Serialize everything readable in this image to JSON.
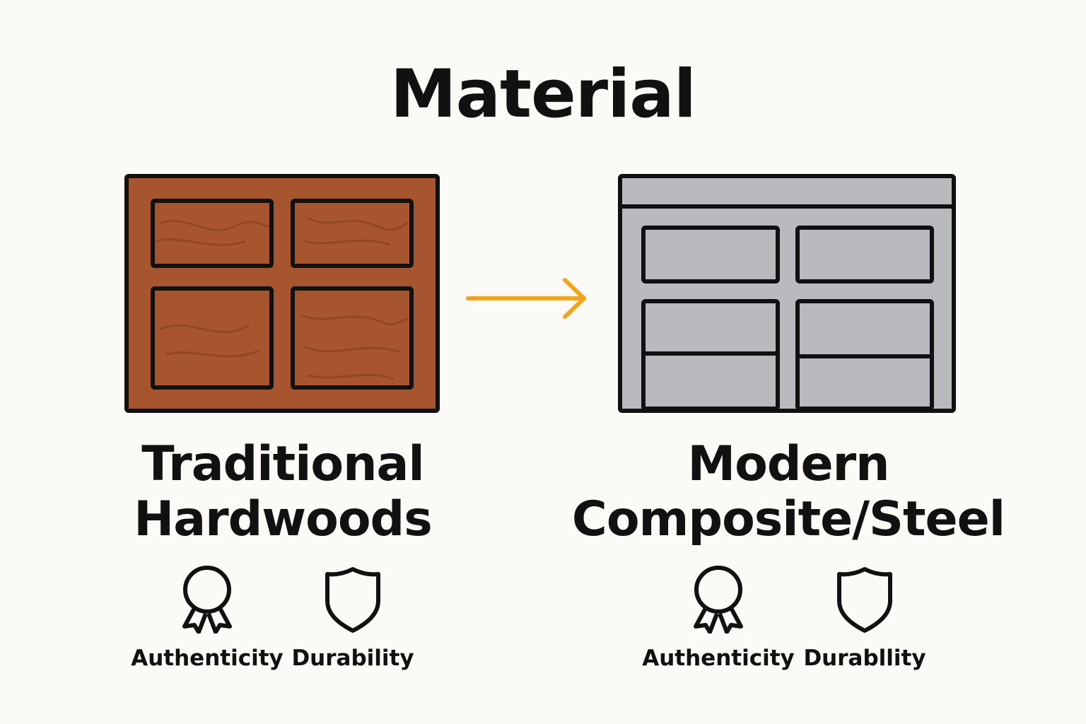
{
  "title": "Material",
  "left": {
    "label_line1": "Traditional",
    "label_line2": "Hardwoods",
    "attributes": [
      {
        "icon": "award-ribbon-icon",
        "label": "Authenticity"
      },
      {
        "icon": "shield-icon",
        "label": "Durability"
      }
    ]
  },
  "right": {
    "label_line1": "Modern",
    "label_line2": "Composite/Steel",
    "attributes": [
      {
        "icon": "award-ribbon-icon",
        "label": "Authenticity"
      },
      {
        "icon": "shield-icon",
        "label": "Durabllity"
      }
    ]
  },
  "colors": {
    "wood": "#a6552e",
    "wood_grain": "#8e4624",
    "steel": "#b9babe",
    "outline": "#111111",
    "arrow": "#f2a51a",
    "background": "#fbfaf7"
  }
}
